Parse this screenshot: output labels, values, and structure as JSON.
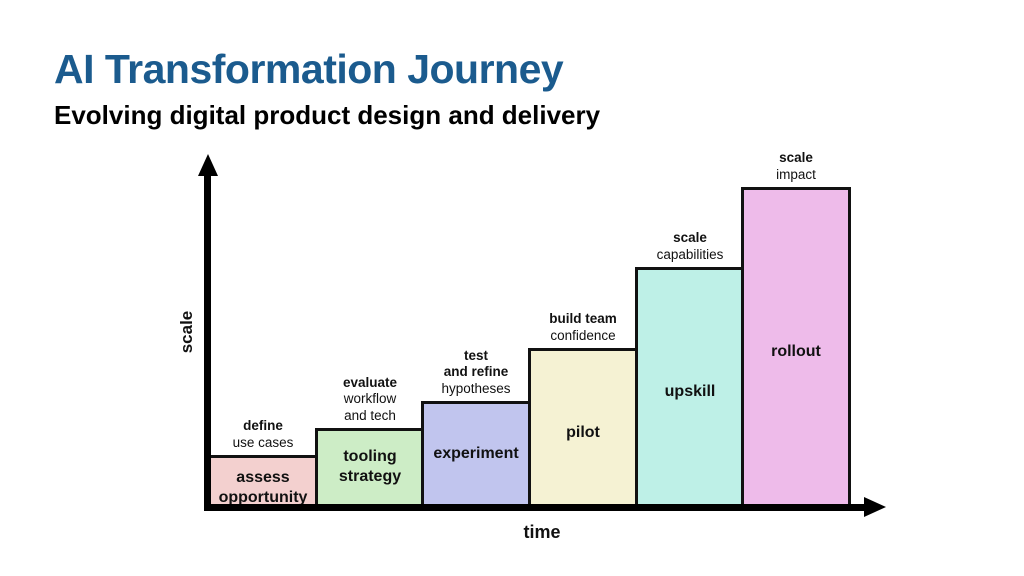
{
  "header": {
    "title": "AI Transformation Journey",
    "subtitle": "Evolving digital product design and delivery"
  },
  "axes": {
    "y_label": "scale",
    "x_label": "time"
  },
  "steps": [
    {
      "stage": [
        "assess",
        "opportunity"
      ],
      "goal_bold": [
        "define"
      ],
      "goal": [
        "use cases"
      ],
      "color": "#f3d0cf"
    },
    {
      "stage": [
        "tooling",
        "strategy"
      ],
      "goal_bold": [
        "evaluate"
      ],
      "goal": [
        "workflow",
        "and tech"
      ],
      "color": "#cdedc6"
    },
    {
      "stage": [
        "experiment"
      ],
      "goal_bold": [
        "test",
        "and refine"
      ],
      "goal": [
        "hypotheses"
      ],
      "color": "#c1c5ee"
    },
    {
      "stage": [
        "pilot"
      ],
      "goal_bold": [
        "build team"
      ],
      "goal": [
        "confidence"
      ],
      "color": "#f5f2d3"
    },
    {
      "stage": [
        "upskill"
      ],
      "goal_bold": [
        "scale"
      ],
      "goal": [
        "capabilities"
      ],
      "color": "#bef0e7"
    },
    {
      "stage": [
        "rollout"
      ],
      "goal_bold": [
        "scale"
      ],
      "goal": [
        "impact"
      ],
      "color": "#eebbea"
    }
  ]
}
